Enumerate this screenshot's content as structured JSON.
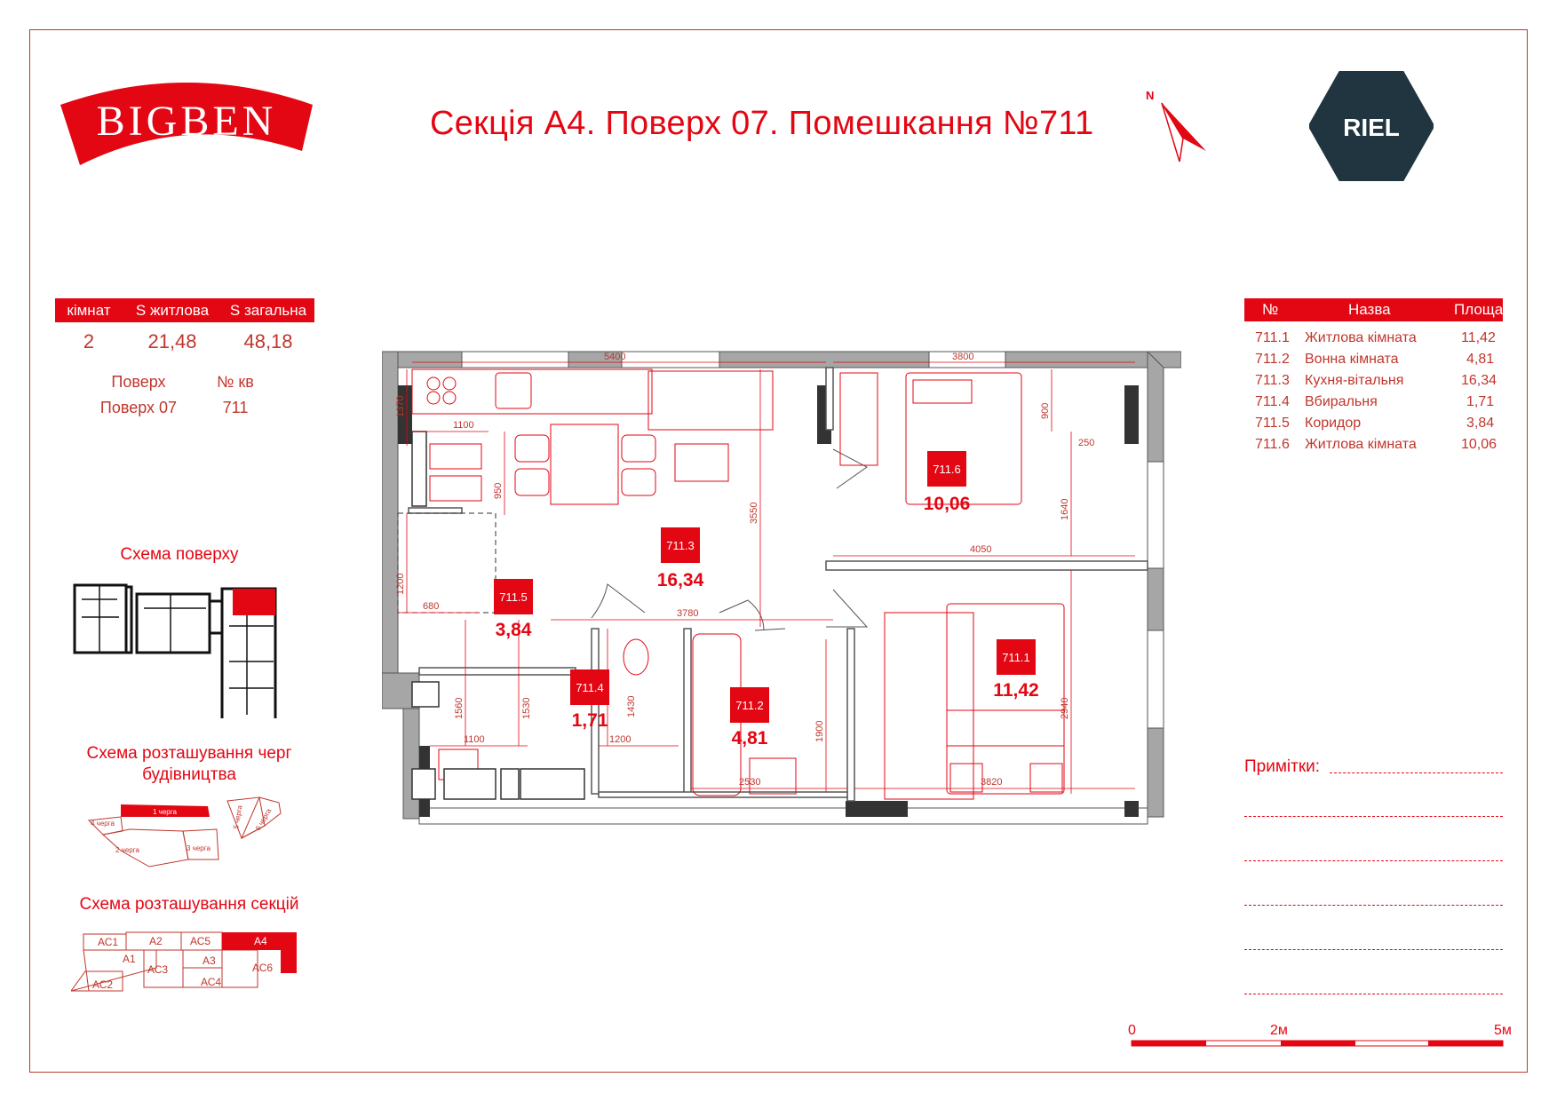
{
  "brand": {
    "left_logo": "BIGBEN",
    "right_logo": "RIEL"
  },
  "title": "Секція А4. Поверх 07. Помешкання №711",
  "compass_letter": "N",
  "summary": {
    "headers": [
      "кімнат",
      "S житлова",
      "S загальна"
    ],
    "values": [
      "2",
      "21,48",
      "48,18"
    ],
    "floor_label": "Поверх",
    "floor_value": "Поверх 07",
    "apt_label": "№ кв",
    "apt_value": "711"
  },
  "schemes": {
    "floor": "Схема поверху",
    "queues": "Схема розташування черг будівництва",
    "queues_line1": "Схема розташування черг",
    "queues_line2": "будівництва",
    "sections": "Схема розташування секцій",
    "queue_labels": [
      "1 черга",
      "2 черга",
      "3 черга",
      "4 черга",
      "5 черга",
      "6 черга"
    ],
    "section_labels": [
      "АС1",
      "А2",
      "АС5",
      "А4",
      "А1",
      "АС3",
      "А3",
      "АС6",
      "АС2",
      "АС4"
    ]
  },
  "rooms_table": {
    "headers": [
      "№",
      "Назва",
      "Площа"
    ],
    "rows": [
      {
        "no": "711.1",
        "name": "Житлова кімната",
        "area": "11,42"
      },
      {
        "no": "711.2",
        "name": "Вонна кімната",
        "area": "4,81"
      },
      {
        "no": "711.3",
        "name": "Кухня-вітальня",
        "area": "16,34"
      },
      {
        "no": "711.4",
        "name": "Вбиральня",
        "area": "1,71"
      },
      {
        "no": "711.5",
        "name": "Коридор",
        "area": "3,84"
      },
      {
        "no": "711.6",
        "name": "Житлова кімната",
        "area": "10,06"
      }
    ]
  },
  "notes_label": "Примітки:",
  "scale": {
    "labels": [
      "0",
      "2м",
      "5м"
    ]
  },
  "plan": {
    "rooms": [
      {
        "id": "711.6",
        "area": "10,06"
      },
      {
        "id": "711.3",
        "area": "16,34"
      },
      {
        "id": "711.5",
        "area": "3,84"
      },
      {
        "id": "711.4",
        "area": "1,71"
      },
      {
        "id": "711.2",
        "area": "4,81"
      },
      {
        "id": "711.1",
        "area": "11,42"
      }
    ],
    "dims": [
      "5400",
      "3800",
      "1370",
      "1100",
      "950",
      "3550",
      "900",
      "250",
      "1640",
      "4050",
      "1200",
      "680",
      "3780",
      "2940",
      "1560",
      "1530",
      "1100",
      "1430",
      "1200",
      "1900",
      "2530",
      "3820"
    ]
  },
  "colors": {
    "accent": "#e30613",
    "dark": "#203540",
    "wall": "#a6a6a6"
  }
}
